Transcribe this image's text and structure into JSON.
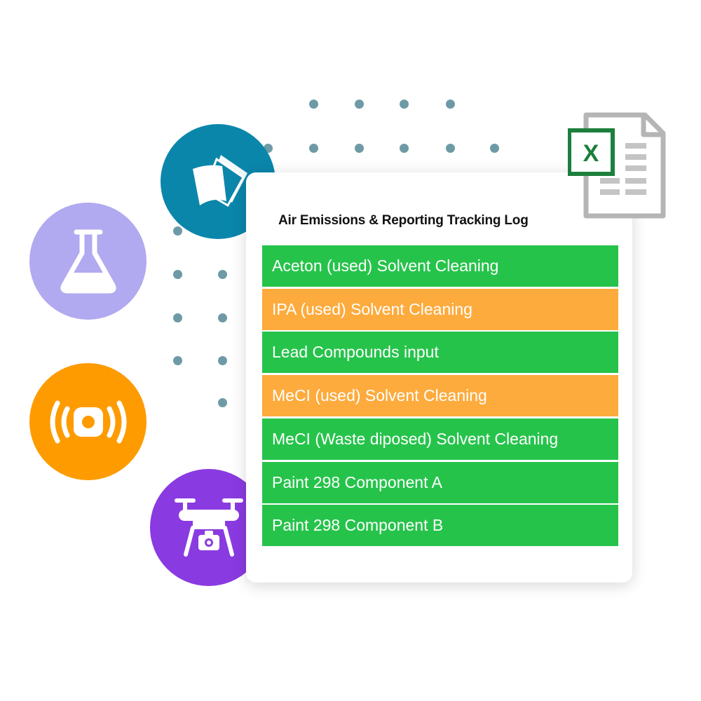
{
  "card": {
    "title": "Air Emissions & Reporting Tracking Log",
    "rows": [
      {
        "label": "Aceton (used) Solvent Cleaning",
        "status": "green"
      },
      {
        "label": "IPA (used) Solvent Cleaning",
        "status": "orange"
      },
      {
        "label": "Lead Compounds input",
        "status": "green"
      },
      {
        "label": "MeCI (used) Solvent Cleaning",
        "status": "orange"
      },
      {
        "label": "MeCI (Waste diposed) Solvent Cleaning",
        "status": "green"
      },
      {
        "label": "Paint 298 Component A",
        "status": "green"
      },
      {
        "label": "Paint 298 Component B",
        "status": "green"
      }
    ]
  },
  "excel_badge": {
    "letter": "X"
  },
  "icons": [
    "papers-icon",
    "flask-icon",
    "sensor-icon",
    "drone-icon",
    "excel-icon"
  ],
  "colors": {
    "green": "#26c34b",
    "orange": "#fdab3d",
    "teal": "#0b86ab",
    "lavender": "#b1aaf0",
    "orange_circle": "#fe9b00",
    "purple": "#8a3ae1",
    "excel_green": "#1d7f3c",
    "dot": "#6e9aa6"
  }
}
